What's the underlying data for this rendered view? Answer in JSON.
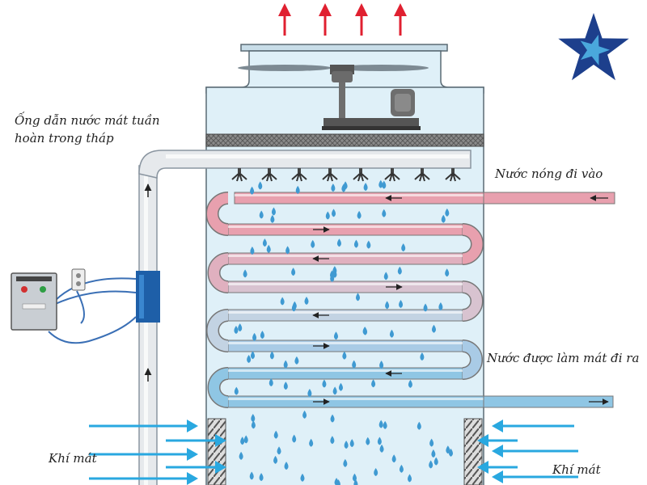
{
  "labels": {
    "circulation_pipe": "Ống dẫn nước mát tuần hoàn trong tháp",
    "hot_water_in": "Nước nóng đi vào",
    "cooled_water_out": "Nước được làm mát đi ra",
    "cool_air_left": "Khí mát",
    "cool_air_right": "Khí mát"
  },
  "icons": {
    "logo": "star-logo-icon",
    "fan": "fan-icon",
    "motor": "motor-icon",
    "control_box": "control-box-icon",
    "socket": "power-socket-icon"
  },
  "colors": {
    "hot_pipe": "#e8a0ae",
    "warm_pipe": "#d8c3d0",
    "cool_pipe": "#8fc6e4",
    "water_drop": "#3f9ad2",
    "air_arrow": "#29a8e0",
    "exhaust_arrow": "#e02030",
    "tower_fill": "#dff0f8",
    "logo_blue": "#1d3f8c",
    "logo_light": "#4aa8dc"
  }
}
